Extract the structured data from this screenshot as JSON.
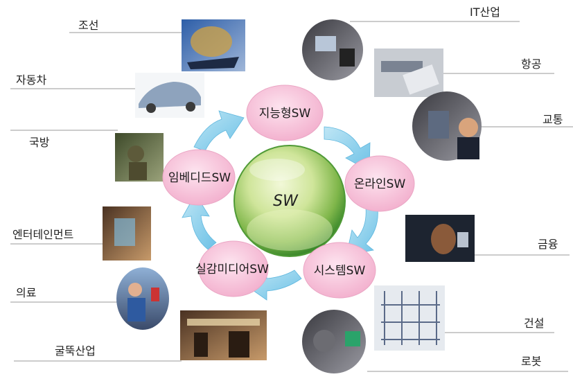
{
  "center": {
    "label": "SW"
  },
  "sw_nodes": [
    {
      "label": "지능형SW"
    },
    {
      "label": "온라인SW"
    },
    {
      "label": "시스템SW"
    },
    {
      "label": "실감미디어SW"
    },
    {
      "label": "임베디드SW"
    }
  ],
  "industries_left": [
    {
      "label": "조선"
    },
    {
      "label": "자동차"
    },
    {
      "label": "국방"
    },
    {
      "label": "엔터테인먼트"
    },
    {
      "label": "의료"
    },
    {
      "label": "굴뚝산업"
    }
  ],
  "industries_right": [
    {
      "label": "IT산업"
    },
    {
      "label": "항공"
    },
    {
      "label": "교통"
    },
    {
      "label": "금융"
    },
    {
      "label": "건설"
    },
    {
      "label": "로봇"
    }
  ],
  "colors": {
    "node_fill": "#f8c6dc",
    "node_edge": "#eaa6c4",
    "arrow": "#7fcbe8",
    "sphere_core": "#e8f3c0",
    "sphere_edge": "#3d8a2c",
    "leader_line": "#9a9a9a"
  }
}
